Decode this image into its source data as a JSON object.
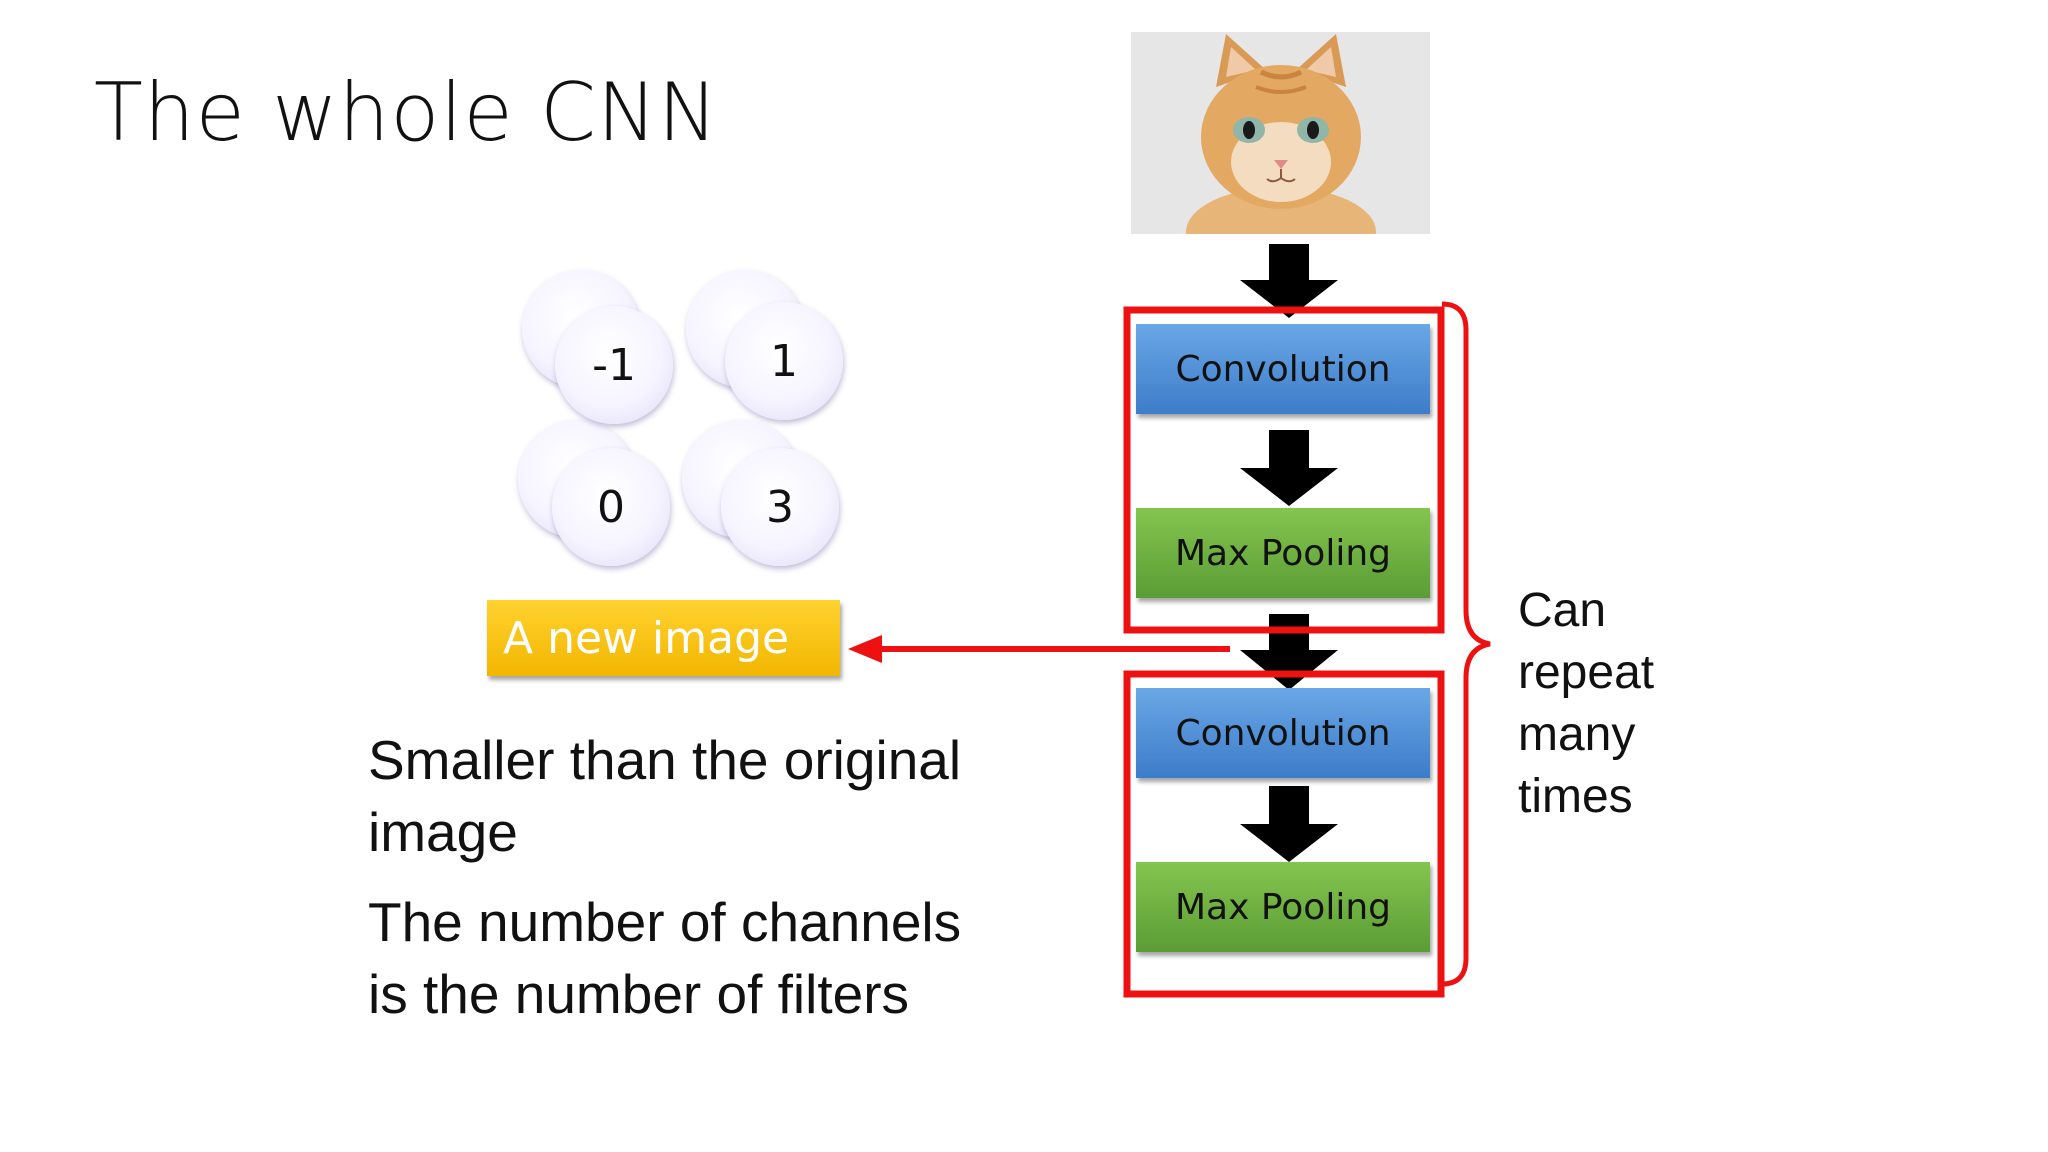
{
  "slide": {
    "title": "The whole CNN",
    "image_caption_box": "A new image",
    "feature_values": [
      "-1",
      "1",
      "0",
      "3"
    ],
    "pipeline": [
      {
        "label": "Convolution",
        "kind": "conv"
      },
      {
        "label": "Max Pooling",
        "kind": "pool"
      },
      {
        "label": "Convolution",
        "kind": "conv"
      },
      {
        "label": "Max Pooling",
        "kind": "pool"
      }
    ],
    "repeat_note": [
      "Can",
      "repeat",
      "many",
      "times"
    ],
    "notes": [
      [
        "Smaller than the original",
        "image"
      ],
      [
        "The number of channels",
        "is the number of filters"
      ]
    ],
    "colors": {
      "accent_red": "#ee1111",
      "conv_blue": "#4a89d6",
      "pool_green": "#6bae40",
      "new_image_yellow": "#ffc000"
    }
  }
}
